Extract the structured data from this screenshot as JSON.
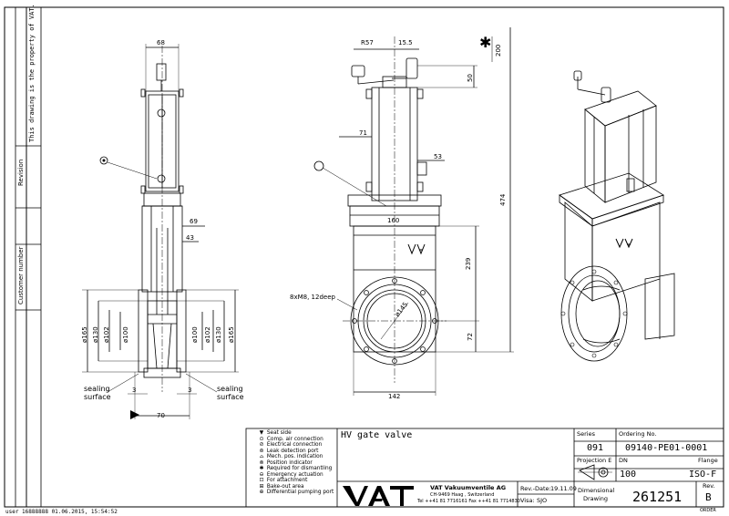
{
  "side_panel": {
    "property_notice": "This drawing is the property of VAT.",
    "revision_label": "Revision",
    "customer_label": "Customer number"
  },
  "footer_stamp": "user 16888888 01.06.2015, 15:54:52",
  "dimensions": {
    "side_view": {
      "top_width": "68",
      "d69": "69",
      "d43": "43",
      "d165_l": "ø165",
      "d130_l": "ø130",
      "d102_l": "ø102",
      "d100_l": "ø100",
      "d100_r": "ø100",
      "d102_r": "ø102",
      "d130_r": "ø130",
      "d165_r": "ø165",
      "seal_left": "3",
      "seal_right": "3",
      "bottom_width": "70",
      "sealing_surface_left_1": "sealing",
      "sealing_surface_left_2": "surface",
      "sealing_surface_right_1": "sealing",
      "sealing_surface_right_2": "surface"
    },
    "front_view": {
      "r57": "R57",
      "d15_5": "15.5",
      "d200": "200",
      "d50": "50",
      "d71": "71",
      "d53": "53",
      "d474": "474",
      "d160": "160",
      "d239": "239",
      "thread": "8xM8, 12deep",
      "d145": "ø145",
      "d72": "72",
      "d142": "142"
    }
  },
  "title_block": {
    "legend": [
      {
        "symbol": "▼",
        "text": "Seat side"
      },
      {
        "symbol": "⊙",
        "text": "Comp. air connection"
      },
      {
        "symbol": "⊘",
        "text": "Electrical connection"
      },
      {
        "symbol": "⊛",
        "text": "Leak detection port"
      },
      {
        "symbol": "⌓",
        "text": "Mech. pos. indication"
      },
      {
        "symbol": "⊗",
        "text": "Position indicator"
      },
      {
        "symbol": "✱",
        "text": "Required for dismantling"
      },
      {
        "symbol": "⊖",
        "text": "Emergency actuation"
      },
      {
        "symbol": "⊡",
        "text": "For attachment"
      },
      {
        "symbol": "⊞",
        "text": "Bake-out area"
      },
      {
        "symbol": "⊕",
        "text": "Differential pumping port"
      }
    ],
    "description": "HV gate valve",
    "logo": "VAT",
    "company_name": "VAT Vakuumventile AG",
    "company_address": "CH-9469 Haag , Switzerland",
    "company_phone": "Tel ++41 81 7716161 Fax ++41 81 7714830",
    "rev_date_label": "Rev.-Date:",
    "rev_date": "19.11.09",
    "visa_label": "Visa:",
    "visa": "SJO",
    "dimensional_drawing_1": "Dimensional",
    "dimensional_drawing_2": "Drawing",
    "series_label": "Series",
    "series_value": "091",
    "ordering_label": "Ordering No.",
    "ordering_value": "09140-PE01-0001",
    "projection_label": "Projection E",
    "dn_label": "DN",
    "dn_value": "100",
    "flange_label": "Flange",
    "flange_value": "ISO-F",
    "drawing_number": "261251",
    "rev_label": "Rev.",
    "rev_value": "B",
    "corner_code": "ORDER"
  }
}
